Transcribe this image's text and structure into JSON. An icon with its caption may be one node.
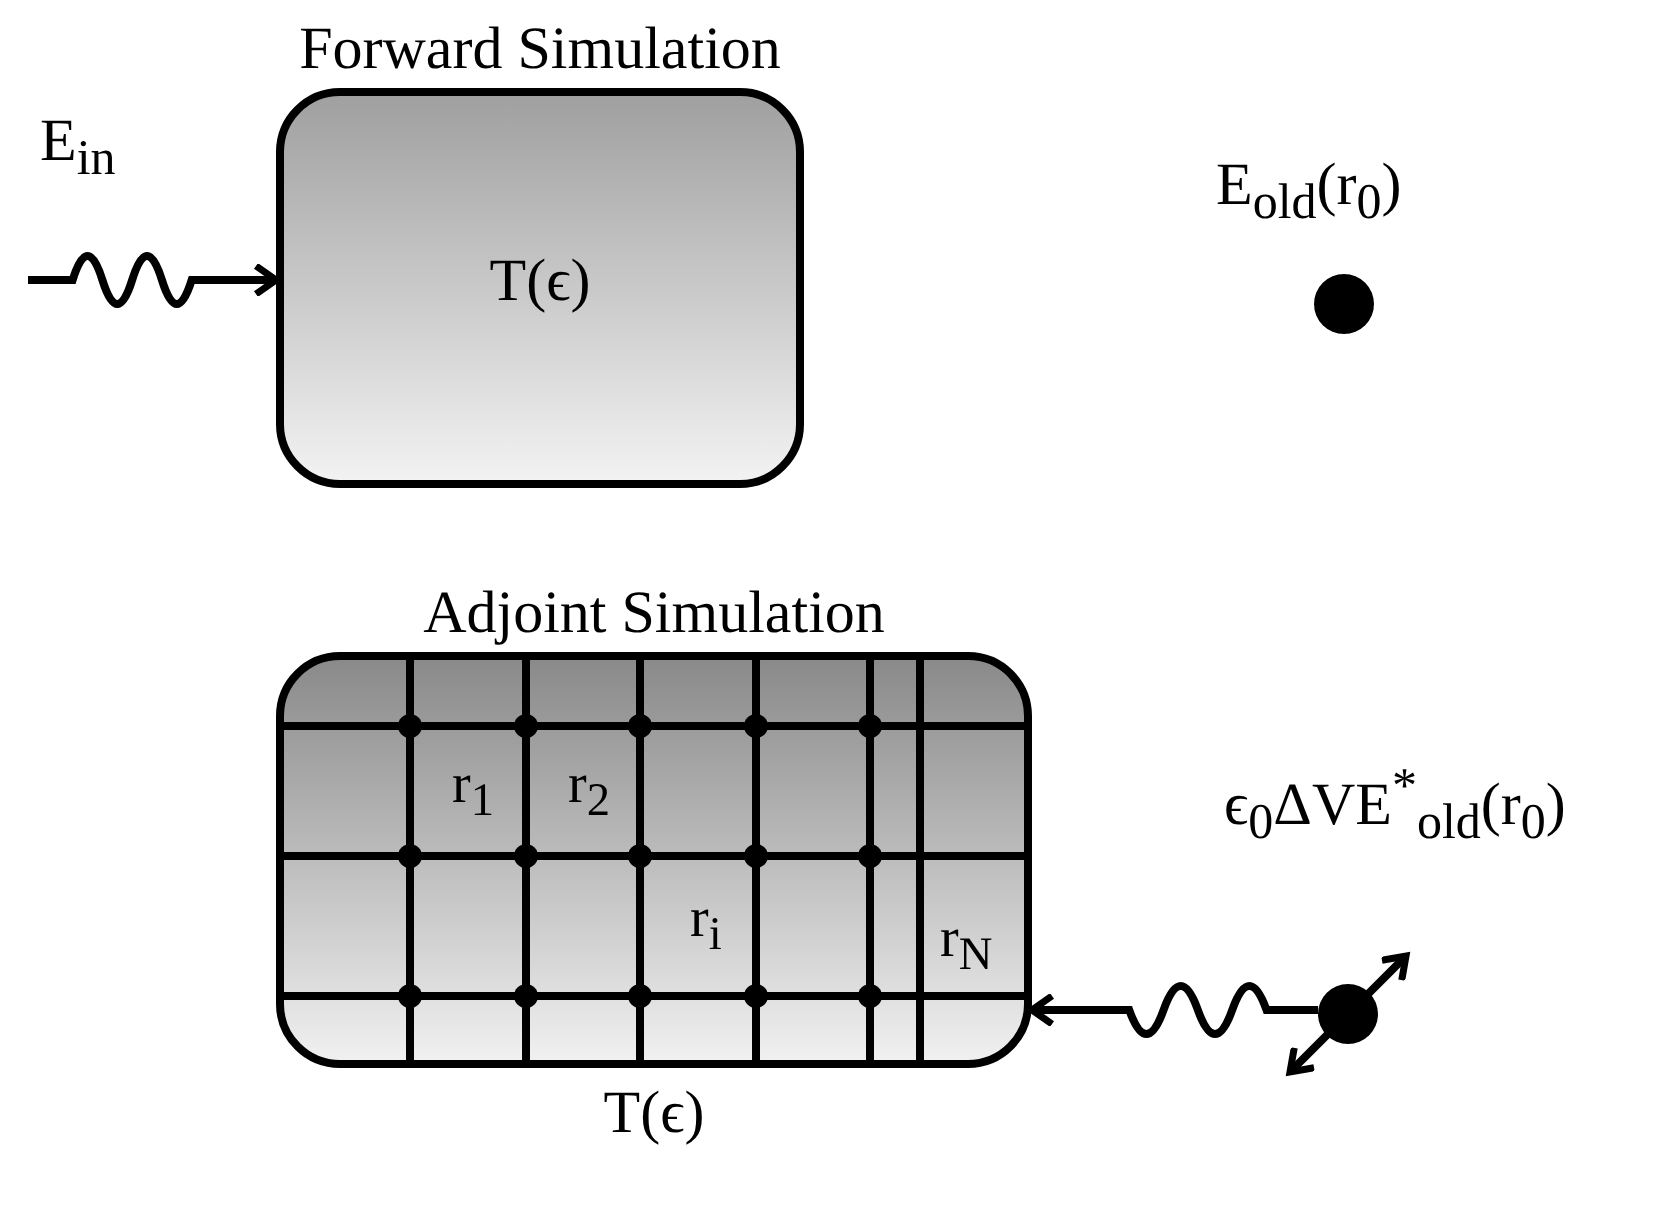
{
  "diagram": {
    "nodes": [
      {
        "text": [
          "Forward Simulation",
          "T(ϵ)"
        ]
      },
      {
        "text": [],
        "shape": "circle",
        "beside": [
          "E$_{old}$(r$_{0}$)"
        ]
      },
      {
        "text": [
          "Adjoint Simulation",
          "T(ϵ)"
        ]
      },
      {
        "text": [],
        "shape": "circle",
        "beside": [
          "ϵ$_{0}$ΔVE$^{*}$$_{old}$(r$_{0}$)"
        ]
      }
    ],
    "edges": [
      {
        "from": null,
        "to": 0,
        "arrow": "to",
        "label": "E$_{in}$"
      },
      {
        "from": 3,
        "to": 2,
        "arrow": "to"
      }
    ],
    "labels": [
      "r$_{1}$",
      "r$_{2}$",
      "r$_{i}$",
      "r$_{N}$"
    ]
  }
}
